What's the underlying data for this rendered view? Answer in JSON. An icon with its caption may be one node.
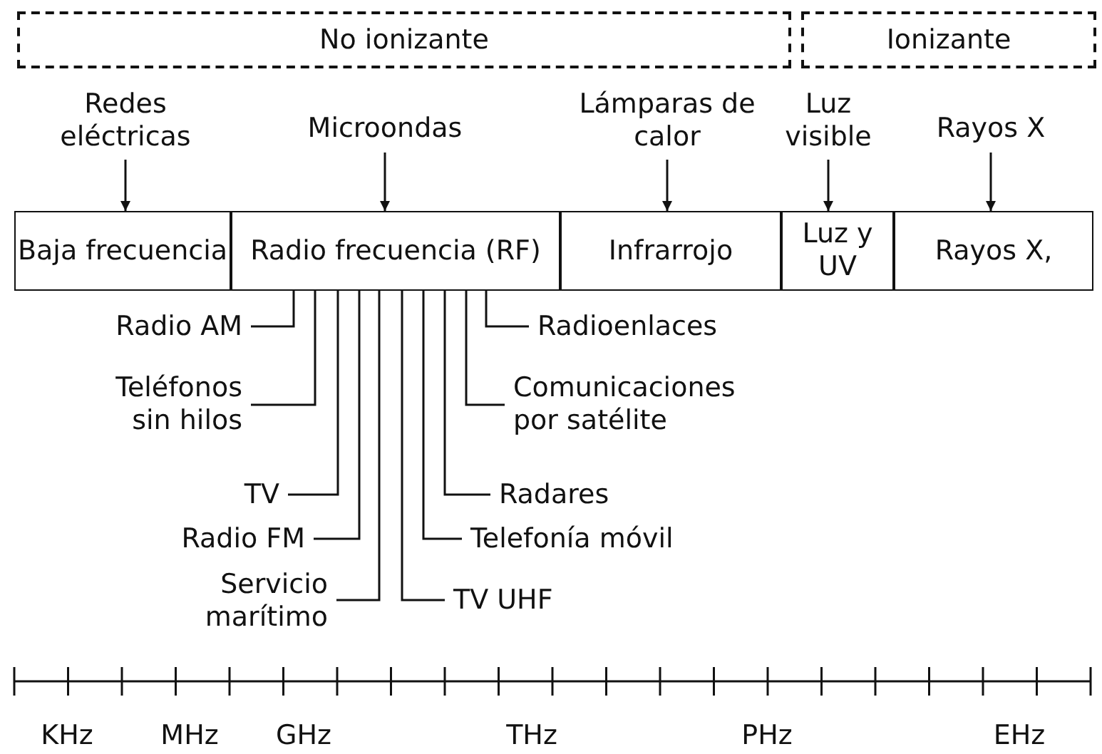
{
  "diagram": {
    "nodes": [
      {
        "text": [
          "No ionizante"
        ]
      },
      {
        "text": [
          "Ionizante"
        ]
      },
      {
        "text": [
          "Redes eléctricas"
        ]
      },
      {
        "text": [
          "Microondas"
        ]
      },
      {
        "text": [
          "Lámparas de calor"
        ]
      },
      {
        "text": [
          "Luz visible"
        ]
      },
      {
        "text": [
          "Rayos X"
        ]
      },
      {
        "text": [
          "Baja frecuencia"
        ]
      },
      {
        "text": [
          "Radio frecuencia (RF)"
        ]
      },
      {
        "text": [
          "Infrarrojo"
        ]
      },
      {
        "text": [
          "Luz y UV"
        ]
      },
      {
        "text": [
          "Rayos X,"
        ]
      },
      {
        "text": [
          "Radio AM"
        ]
      },
      {
        "text": [
          "Teléfonos sin hilos"
        ]
      },
      {
        "text": [
          "TV"
        ]
      },
      {
        "text": [
          "Radio FM"
        ]
      },
      {
        "text": [
          "Servicio marítimo"
        ]
      },
      {
        "text": [
          "TV UHF"
        ]
      },
      {
        "text": [
          "Telefonía móvil"
        ]
      },
      {
        "text": [
          "Radares"
        ]
      },
      {
        "text": [
          "Comunicaciones por satélite"
        ]
      },
      {
        "text": [
          "Radioenlaces"
        ]
      }
    ],
    "edges": [
      {
        "from": 2,
        "to": 7,
        "arrow": "to"
      },
      {
        "from": 3,
        "to": 8,
        "arrow": "to"
      },
      {
        "from": 4,
        "to": 9,
        "arrow": "to"
      },
      {
        "from": 5,
        "to": 10,
        "arrow": "to"
      },
      {
        "from": 6,
        "to": 11,
        "arrow": "to"
      },
      {
        "from": 12,
        "to": 8,
        "arrow": "none"
      },
      {
        "from": 13,
        "to": 8,
        "arrow": "none"
      },
      {
        "from": 14,
        "to": 8,
        "arrow": "none"
      },
      {
        "from": 15,
        "to": 8,
        "arrow": "none"
      },
      {
        "from": 16,
        "to": 8,
        "arrow": "none"
      },
      {
        "from": 17,
        "to": 8,
        "arrow": "none"
      },
      {
        "from": 18,
        "to": 8,
        "arrow": "none"
      },
      {
        "from": 19,
        "to": 8,
        "arrow": "none"
      },
      {
        "from": 20,
        "to": 8,
        "arrow": "none"
      },
      {
        "from": 21,
        "to": 8,
        "arrow": "none"
      }
    ],
    "labels": [
      "KHz",
      "MHz",
      "GHz",
      "THz",
      "PHz",
      "EHz"
    ]
  }
}
